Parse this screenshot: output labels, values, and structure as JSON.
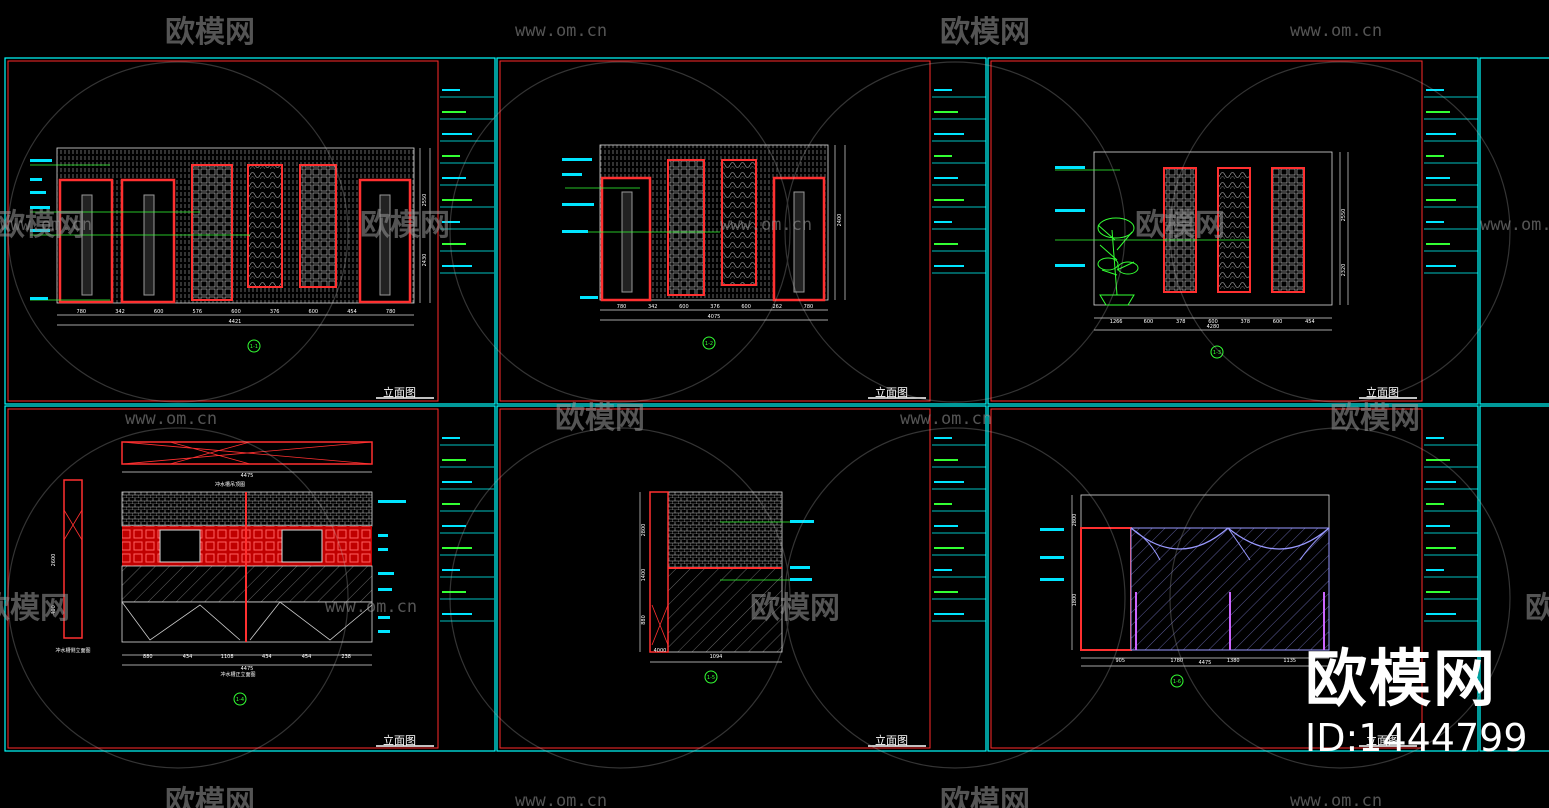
{
  "watermark": {
    "brand": "欧模网",
    "url": "www.om.cn",
    "id_text": "ID:1444799"
  },
  "sheets": [
    {
      "title": "立面图",
      "marker": "1-1",
      "total_dim": "4421",
      "dims": [
        "780",
        "342",
        "600",
        "576",
        "600",
        "376",
        "600",
        "454",
        "780"
      ],
      "height_dims": [
        "2550",
        "2430"
      ]
    },
    {
      "title": "立面图",
      "marker": "1-2",
      "total_dim": "4075",
      "dims": [
        "780",
        "342",
        "600",
        "376",
        "600",
        "262",
        "780"
      ],
      "height_dims": [
        "2400"
      ]
    },
    {
      "title": "立面图",
      "marker": "1-3",
      "total_dim": "4280",
      "dims": [
        "1266",
        "600",
        "378",
        "600",
        "378",
        "600",
        "454"
      ],
      "height_dims": [
        "2550",
        "2320"
      ]
    },
    {
      "title": "立面图",
      "marker": "1-4",
      "top_total": "4475",
      "top_caption": "冲水槽吊顶图",
      "bottom_total": "4475",
      "bottom_caption": "冲水槽正立面图",
      "side_caption": "冲水槽侧立面图",
      "dims": [
        "880",
        "434",
        "1108",
        "434",
        "454",
        "238"
      ],
      "height_dims": [
        "2600",
        "400"
      ]
    },
    {
      "title": "立面图",
      "marker": "1-5",
      "total_dim": "1094",
      "dims": [
        "4000"
      ],
      "height_dims": [
        "2800",
        "1400",
        "880"
      ]
    },
    {
      "title": "立面图",
      "marker": "1-6",
      "total_dim": "4475",
      "dims": [
        "905",
        "1780",
        "1380",
        "1135"
      ],
      "height_dims": [
        "2800",
        "1800"
      ]
    }
  ],
  "colors": {
    "frame": "#00ffff",
    "red": "#ff2a2a",
    "panel": "#ff3030",
    "white": "#ffffff",
    "green": "#33ff33",
    "leader": "#00e5ff",
    "purple": "#9999ff"
  }
}
